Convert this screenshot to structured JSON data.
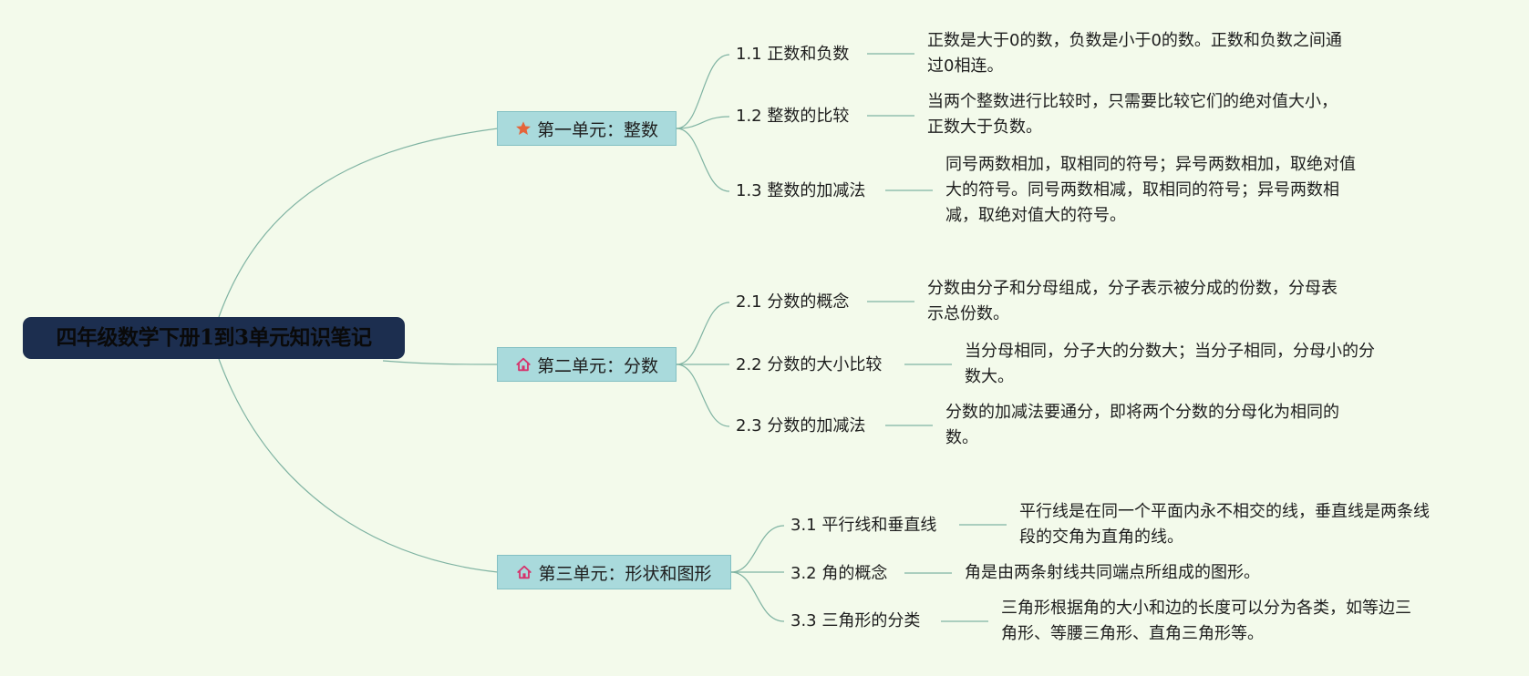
{
  "root": {
    "title": "四年级数学下册1到3单元知识笔记"
  },
  "units": [
    {
      "label": "第一单元：整数",
      "icon": "star-icon",
      "icon_color": "#e5643a",
      "topics": [
        {
          "label": "1.1 正数和负数",
          "desc": [
            "正数是大于0的数，负数是小于0的数。正数和负数之间通",
            "过0相连。"
          ]
        },
        {
          "label": "1.2 整数的比较",
          "desc": [
            "当两个整数进行比较时，只需要比较它们的绝对值大小，",
            "正数大于负数。"
          ]
        },
        {
          "label": "1.3 整数的加减法",
          "desc": [
            "同号两数相加，取相同的符号；异号两数相加，取绝对值",
            "大的符号。同号两数相减，取相同的符号；异号两数相",
            "减，取绝对值大的符号。"
          ]
        }
      ]
    },
    {
      "label": "第二单元：分数",
      "icon": "house-icon",
      "icon_color": "#d6336c",
      "topics": [
        {
          "label": "2.1 分数的概念",
          "desc": [
            "分数由分子和分母组成，分子表示被分成的份数，分母表",
            "示总份数。"
          ]
        },
        {
          "label": "2.2 分数的大小比较",
          "desc": [
            "当分母相同，分子大的分数大；当分子相同，分母小的分",
            "数大。"
          ]
        },
        {
          "label": "2.3 分数的加减法",
          "desc": [
            "分数的加减法要通分，即将两个分数的分母化为相同的",
            "数。"
          ]
        }
      ]
    },
    {
      "label": "第三单元：形状和图形",
      "icon": "house-icon",
      "icon_color": "#d6336c",
      "topics": [
        {
          "label": "3.1 平行线和垂直线",
          "desc": [
            "平行线是在同一个平面内永不相交的线，垂直线是两条线",
            "段的交角为直角的线。"
          ]
        },
        {
          "label": "3.2 角的概念",
          "desc": [
            "角是由两条射线共同端点所组成的图形。"
          ]
        },
        {
          "label": "3.3 三角形的分类",
          "desc": [
            "三角形根据角的大小和边的长度可以分为各类，如等边三",
            "角形、等腰三角形、直角三角形等。"
          ]
        }
      ]
    }
  ],
  "colors": {
    "background": "#f3faeb",
    "root_fill": "#1c2e4f",
    "unit_fill": "#a9dadc",
    "line": "#7fb3a2"
  }
}
